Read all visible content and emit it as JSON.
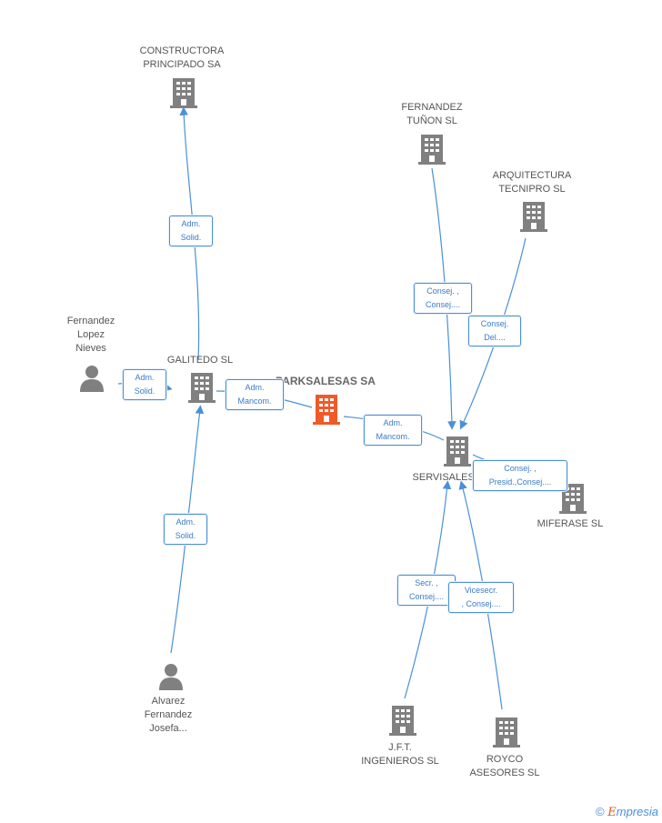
{
  "nodes": {
    "constructora": {
      "label": "CONSTRUCTORA\nPRINCIPADO SA"
    },
    "fernandez_tunon": {
      "label": "FERNANDEZ\nTUÑON SL"
    },
    "arquitectura": {
      "label": "ARQUITECTURA\nTECNIPRO SL"
    },
    "fernandez_lopez": {
      "label": "Fernandez\nLopez\nNieves"
    },
    "galitedo": {
      "label": "GALITEDO SL"
    },
    "parksalesas": {
      "label": "PARKSALESAS SA"
    },
    "servisalesas": {
      "label": "SERVISALESAS"
    },
    "miferase": {
      "label": "MIFERASE SL"
    },
    "alvarez": {
      "label": "Alvarez\nFernandez\nJosefa..."
    },
    "jft": {
      "label": "J.F.T.\nINGENIEROS SL"
    },
    "royco": {
      "label": "ROYCO\nASESORES SL"
    }
  },
  "edges": {
    "galitedo_constructora": "Adm.\nSolid.",
    "fernandez_lopez_galitedo": "Adm.\nSolid.",
    "galitedo_parksalesas": "Adm.\nMancom.",
    "alvarez_galitedo": "Adm.\nSolid.",
    "parksalesas_servisalesas": "Adm.\nMancom.",
    "tunon_servisalesas": "Consej. ,\nConsej....",
    "arquitectura_servisalesas": "Consej.\nDel....",
    "miferase_servisalesas": "Consej. ,\nPresid.,Consej....",
    "jft_servisalesas": "Secr. ,\nConsej....",
    "royco_servisalesas": "Vicesecr.\n, Consej...."
  },
  "colors": {
    "line": "#4a90d9",
    "building": "#808080",
    "main_building": "#f05a28",
    "person": "#808080"
  },
  "footer": {
    "copyright": "©",
    "brand_initial": "E",
    "brand_rest": "mpresia"
  }
}
